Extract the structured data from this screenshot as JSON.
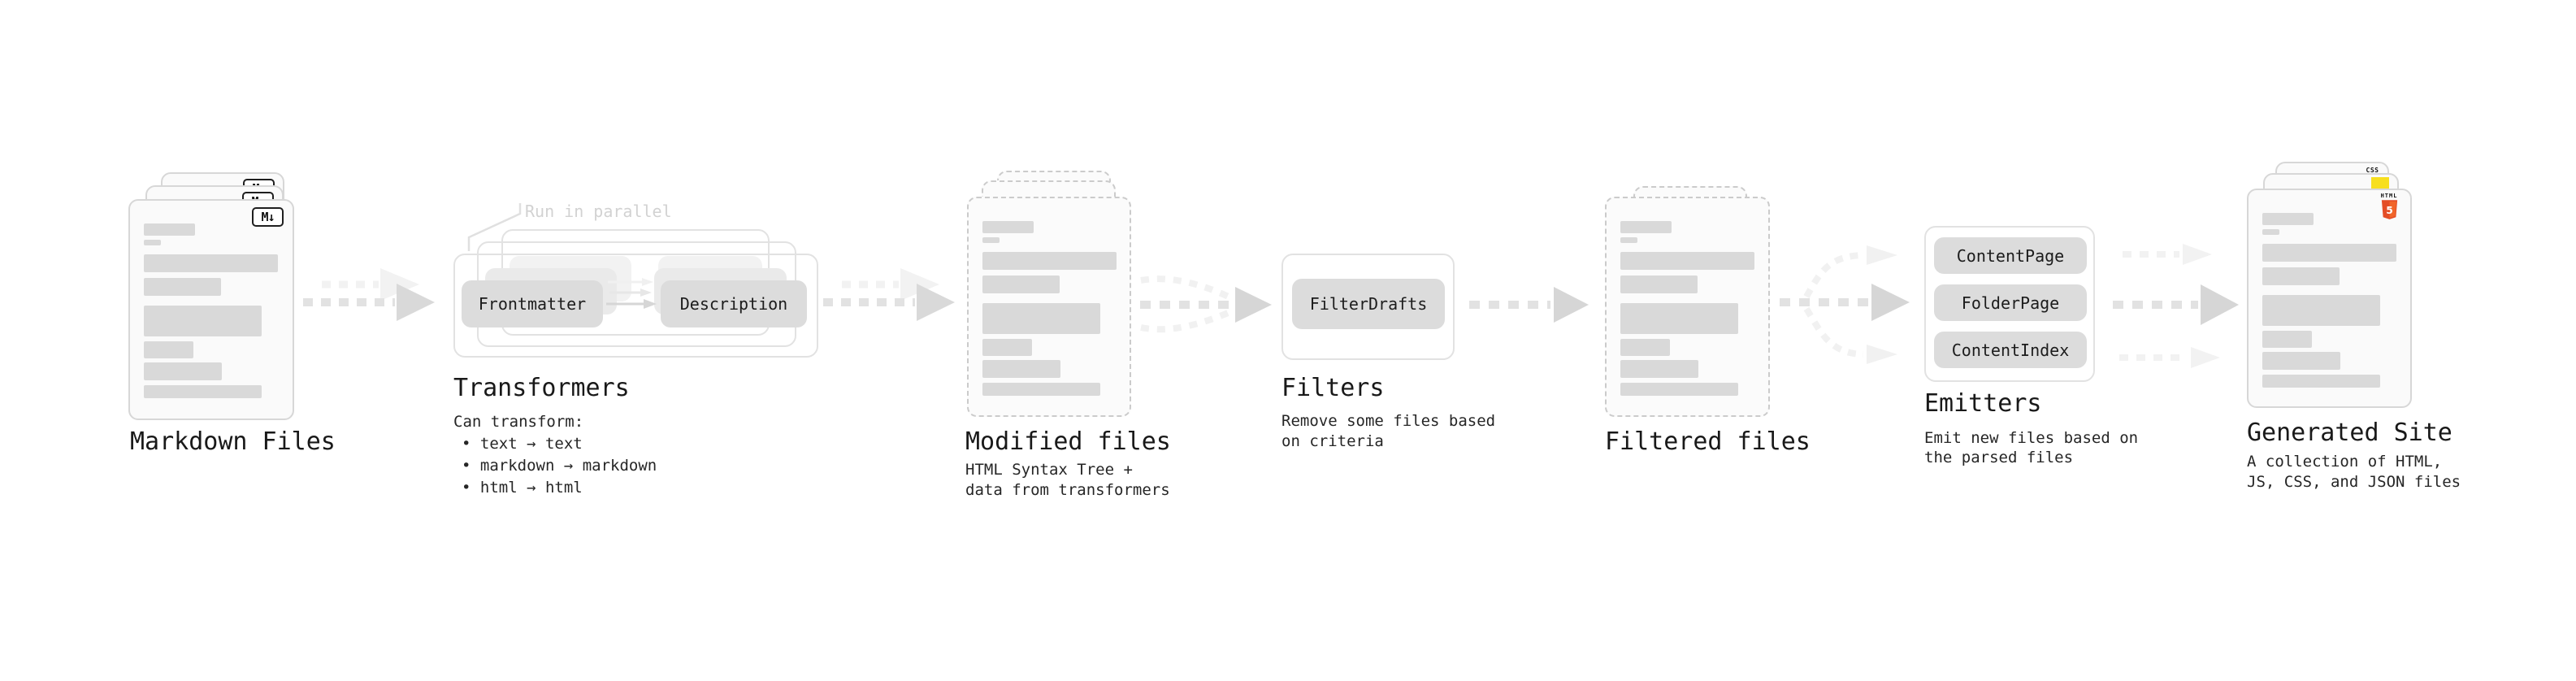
{
  "icons": {
    "markdown_badge": "M↓",
    "css_badge": "CSS",
    "html_badge_text": "HTML",
    "html5_number": "5"
  },
  "colors": {
    "html5-orange": "#e44d26",
    "html5-orange-light": "#f16529",
    "js-yellow": "#f7df1e",
    "css-blue": "#2b6af5"
  },
  "callout": {
    "run_in_parallel": "Run in parallel"
  },
  "stages": {
    "markdown_files": {
      "label": "Markdown Files"
    },
    "transformers": {
      "label": "Transformers",
      "pill_left": "Frontmatter",
      "pill_right": "Description",
      "desc_title": "Can transform:",
      "bullets": [
        "• text → text",
        "• markdown → markdown",
        "• html → html"
      ]
    },
    "modified_files": {
      "label": "Modified files",
      "desc": [
        "HTML Syntax Tree +",
        "data from transformers"
      ]
    },
    "filters": {
      "label": "Filters",
      "pill": "FilterDrafts",
      "desc": [
        "Remove some files based",
        "on criteria"
      ]
    },
    "filtered_files": {
      "label": "Filtered files"
    },
    "emitters": {
      "label": "Emitters",
      "pills": [
        "ContentPage",
        "FolderPage",
        "ContentIndex"
      ],
      "desc": [
        "Emit new files based on",
        "the parsed files"
      ]
    },
    "generated_site": {
      "label": "Generated Site",
      "desc": [
        "A collection of HTML,",
        "JS, CSS, and JSON files"
      ]
    }
  }
}
